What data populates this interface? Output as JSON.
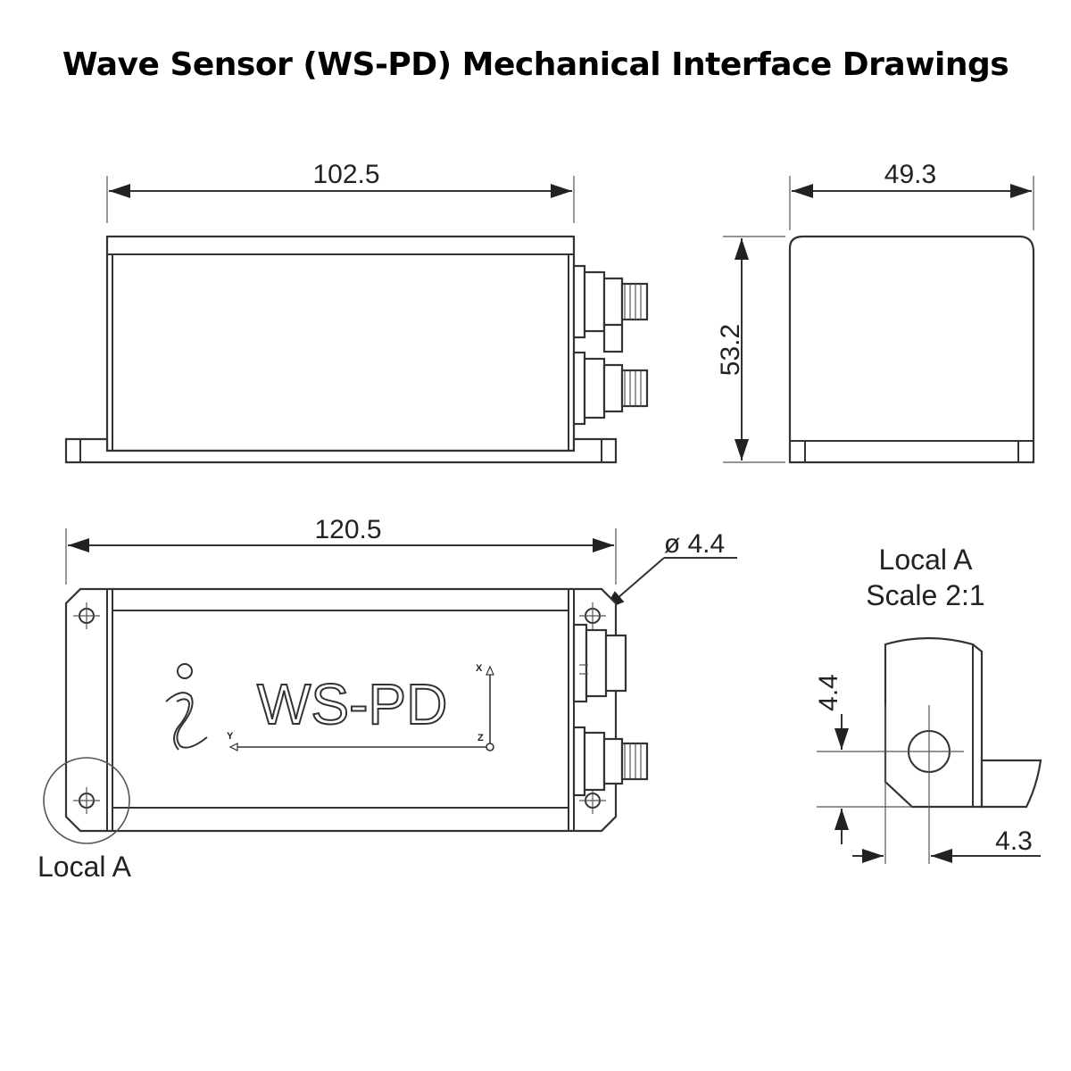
{
  "title": "Wave Sensor (WS-PD) Mechanical Interface Drawings",
  "dimensions": {
    "front_length": "102.5",
    "side_width": "49.3",
    "height": "53.2",
    "top_length": "120.5",
    "hole_diameter": "ø 4.4",
    "detail_vertical": "4.4",
    "detail_horizontal": "4.3"
  },
  "labels": {
    "local_a": "Local A",
    "detail_title": "Local A",
    "detail_scale": "Scale 2:1",
    "logo_text": "WS-PD",
    "axis_x": "X",
    "axis_y": "Y",
    "axis_z": "Z"
  }
}
